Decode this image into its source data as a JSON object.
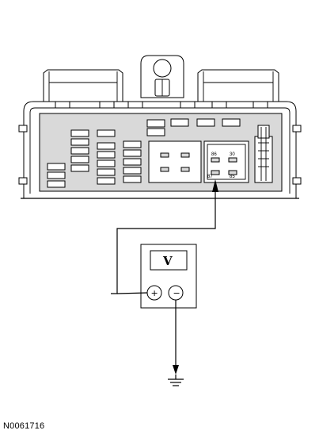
{
  "relay": {
    "terminal_86": "86",
    "terminal_30": "30",
    "terminal_87": "87",
    "terminal_85": "85"
  },
  "meter": {
    "unit_symbol": "V",
    "positive_symbol": "+",
    "negative_symbol": "−"
  },
  "figure_code": "N0061716"
}
